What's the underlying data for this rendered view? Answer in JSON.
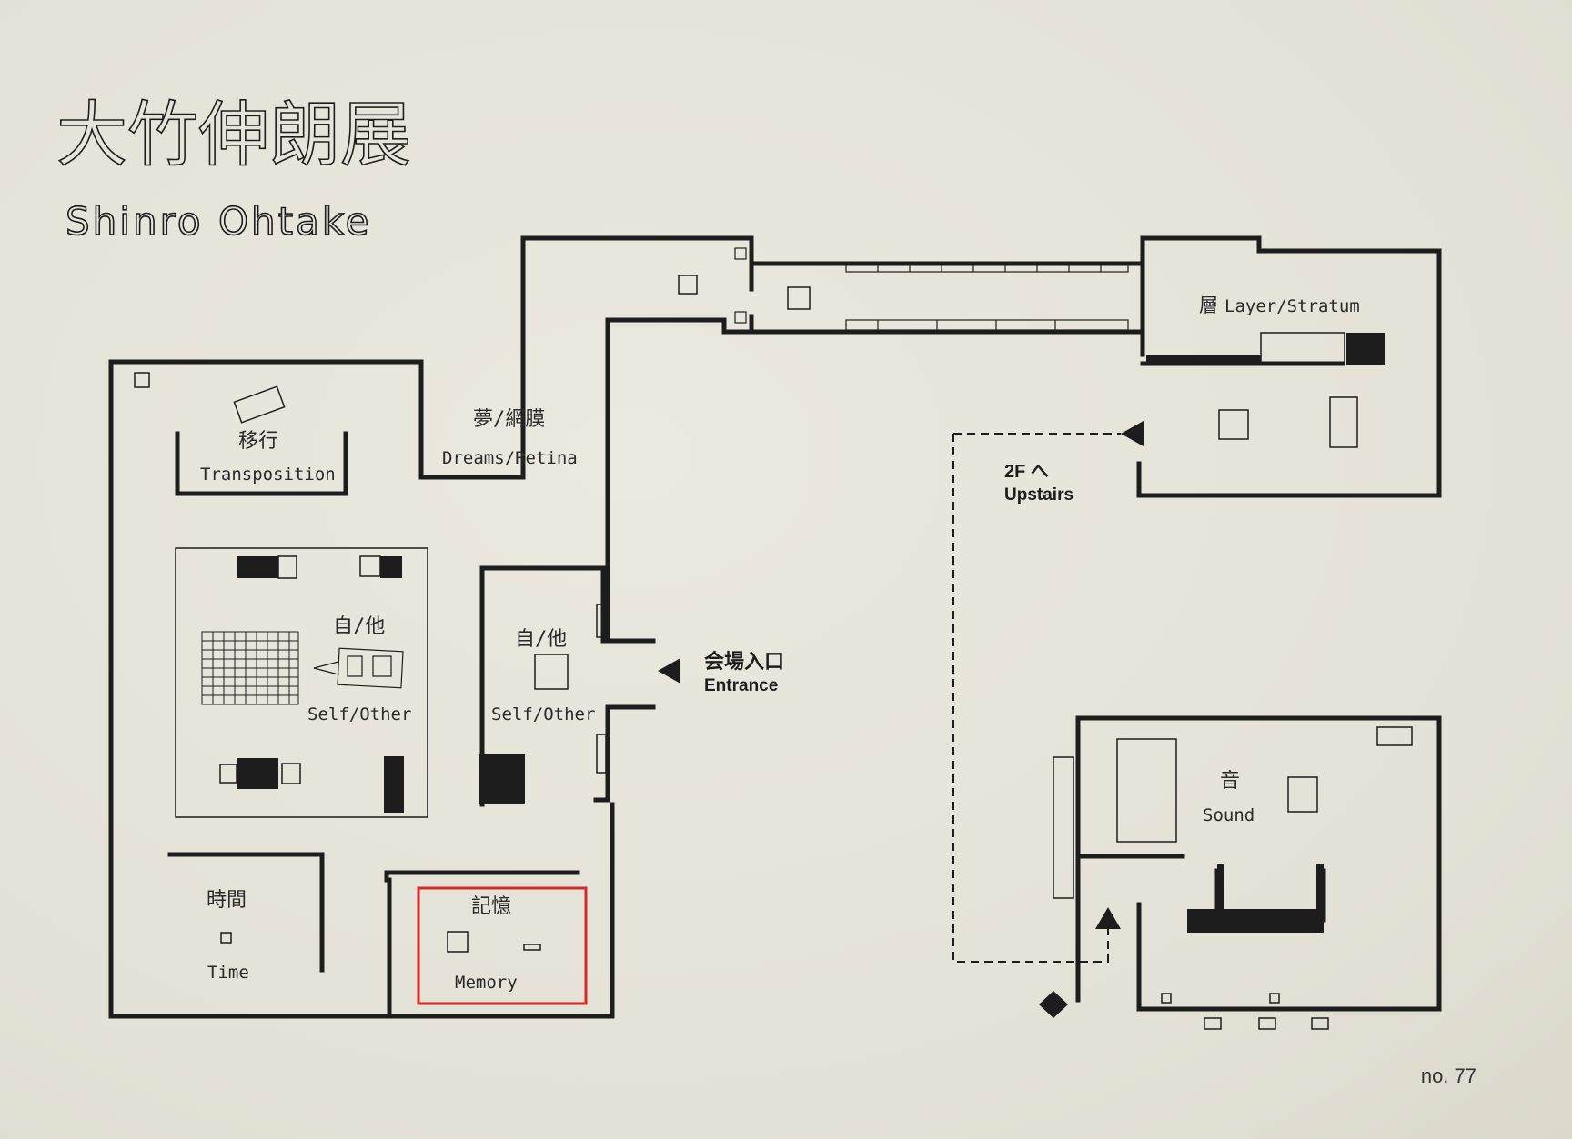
{
  "title_jp": "大竹伸朗展",
  "title_en": "Shinro Ohtake",
  "rooms": {
    "dreams_retina": {
      "jp": "夢/網膜",
      "en": "Dreams/Retina"
    },
    "transposition": {
      "jp": "移行",
      "en": "Transposition"
    },
    "self_other_center": {
      "jp": "自/他",
      "en": "Self/Other"
    },
    "self_other_right": {
      "jp": "自/他",
      "en": "Self/Other"
    },
    "time": {
      "jp": "時間",
      "en": "Time"
    },
    "memory": {
      "jp": "記憶",
      "en": "Memory"
    },
    "layer": {
      "jp": "層",
      "en": "Layer/Stratum"
    },
    "sound": {
      "jp": "音",
      "en": "Sound"
    }
  },
  "entrance": {
    "jp": "会場入口",
    "en": "Entrance"
  },
  "upstairs": {
    "jp": "2F へ",
    "en": "Upstairs"
  },
  "page_number": "no. 77",
  "colors": {
    "wall": "#1d1d1d",
    "highlight": "#d42a2a",
    "paper": "#e6e3d9"
  }
}
